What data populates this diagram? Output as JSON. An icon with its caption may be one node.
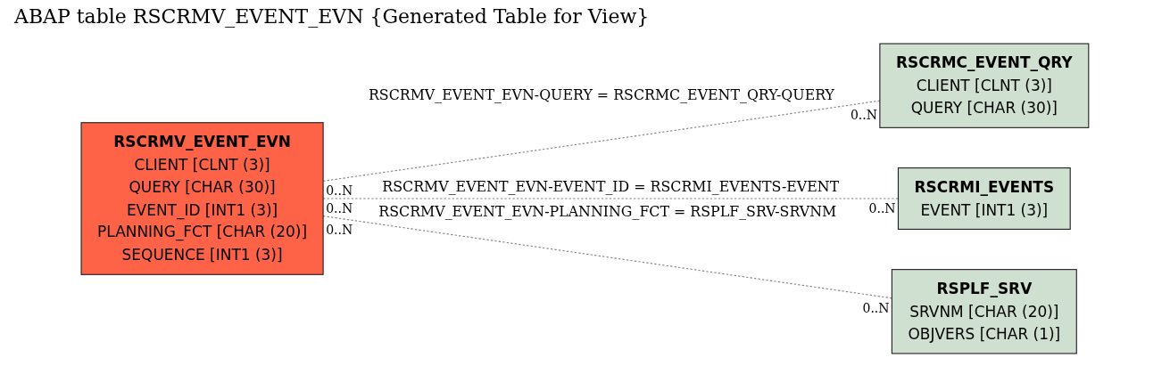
{
  "diagram": {
    "title": "ABAP table RSCRMV_EVENT_EVN {Generated Table for View}",
    "nodes": [
      {
        "text": [
          "RSCRMV_EVENT_EVN",
          "CLIENT [CLNT (3)]",
          "QUERY [CHAR (30)]",
          "EVENT_ID [INT1 (3)]",
          "PLANNING_FCT [CHAR (20)]",
          "SEQUENCE [INT1 (3)]"
        ]
      },
      {
        "text": [
          "RSCRMC_EVENT_QRY",
          "CLIENT [CLNT (3)]",
          "QUERY [CHAR (30)]"
        ]
      },
      {
        "text": [
          "RSCRMI_EVENTS",
          "EVENT [INT1 (3)]"
        ]
      },
      {
        "text": [
          "RSPLF_SRV",
          "SRVNM [CHAR (20)]",
          "OBJVERS [CHAR (1)]"
        ]
      }
    ],
    "edges": [
      {
        "from": 0,
        "to": 1,
        "arrow": "none",
        "style": "dashed",
        "label": "RSCRMV_EVENT_EVN-QUERY = RSCRMC_EVENT_QRY-QUERY"
      },
      {
        "from": 0,
        "to": 2,
        "arrow": "none",
        "style": "dashed",
        "label": "RSCRMV_EVENT_EVN-EVENT_ID = RSCRMI_EVENTS-EVENT"
      },
      {
        "from": 0,
        "to": 3,
        "arrow": "none",
        "style": "dashed",
        "label": "RSCRMV_EVENT_EVN-PLANNING_FCT = RSPLF_SRV-SRVNM"
      }
    ],
    "labels": [
      "0..N",
      "0..N",
      "0..N",
      "0..N",
      "0..N",
      "0..N"
    ]
  }
}
